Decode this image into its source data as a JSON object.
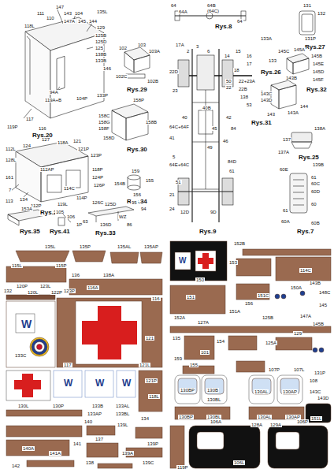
{
  "diagram": {
    "labels": [
      "147",
      "111",
      "110",
      "143",
      "104",
      "135L",
      "145",
      "147A",
      "144",
      "129",
      "125B",
      "125D",
      "125",
      "138B",
      "133B",
      "118L",
      "146",
      "133P",
      "104P",
      "94A",
      "119A+B",
      "117",
      "119P",
      "116",
      "Rys.20",
      "103",
      "102",
      "103A",
      "102C",
      "102B",
      "Rys.29",
      "158P",
      "158C",
      "158G",
      "158F",
      "158D",
      "158B",
      "Rys.30",
      "124",
      "127",
      "118A",
      "121",
      "121P",
      "123P",
      "112L",
      "128L",
      "112AP",
      "118P",
      "124P",
      "126P",
      "161",
      "7",
      "114C",
      "114P",
      "134",
      "113",
      "112P",
      "119L",
      "Rys.21",
      "159",
      "154B",
      "155",
      "156",
      "Rys.34",
      "153A",
      "Rys.35",
      "105",
      "106",
      "1P",
      "Rys.41",
      "126C",
      "125D",
      "WZ",
      "63",
      "136D",
      "95",
      "94",
      "86",
      "Rys.33",
      "64",
      "64A",
      "64B",
      "(64C)",
      "64",
      "Rys.8",
      "131",
      "132",
      "131P",
      "Rys.27",
      "133A",
      "17A",
      "2",
      "3",
      "6",
      "14",
      "15",
      "16",
      "17",
      "133",
      "22D",
      "18",
      "50",
      "22",
      "22+23A",
      "22B",
      "23",
      "138",
      "53",
      "1",
      "Rys.26",
      "145C",
      "145A",
      "145B",
      "145E",
      "145D",
      "145F",
      "Rys.32",
      "143B",
      "143C",
      "143D",
      "143A",
      "144",
      "143",
      "Rys.31",
      "40B",
      "40",
      "42",
      "64C+64F",
      "45",
      "84",
      "41",
      "46",
      "49",
      "5",
      "64E+64C",
      "84D",
      "61",
      "51",
      "21",
      "24",
      "12D",
      "9D",
      "Rys.9",
      "138A",
      "137",
      "137A",
      "Rys.25",
      "139B",
      "60E",
      "61",
      "60C",
      "60D",
      "60",
      "61",
      "60A",
      "60B",
      "Rys.7",
      "135L",
      "135P",
      "135AL",
      "135AP",
      "115L",
      "115P",
      "136",
      "138A",
      "116A",
      "132",
      "120P",
      "120L",
      "123L",
      "122P",
      "123P",
      "116",
      "133C",
      "W",
      "121",
      "117",
      "121L",
      "121P",
      "118L",
      "W",
      "W",
      "W",
      "130L",
      "130P",
      "133B",
      "133AL",
      "133AP",
      "133BL",
      "134",
      "140",
      "139L",
      "137",
      "140A",
      "141A",
      "141",
      "139A",
      "139P",
      "138",
      "139C",
      "142",
      "152B",
      "153",
      "114C",
      "W",
      "151",
      "150",
      "156",
      "151C",
      "151A",
      "150A",
      "143B",
      "148C",
      "152A",
      "127A",
      "125B",
      "147A",
      "145",
      "145B",
      "129",
      "125A",
      "135",
      "154",
      "159",
      "101",
      "155",
      "107P",
      "107L",
      "131P",
      "108",
      "130BP",
      "130B",
      "130AL",
      "130AP",
      "143C",
      "143D",
      "130BL",
      "130BP",
      "130BL",
      "130AL",
      "130AP",
      "128A",
      "129A",
      "106A",
      "106P",
      "106L",
      "119P",
      "151L"
    ]
  }
}
